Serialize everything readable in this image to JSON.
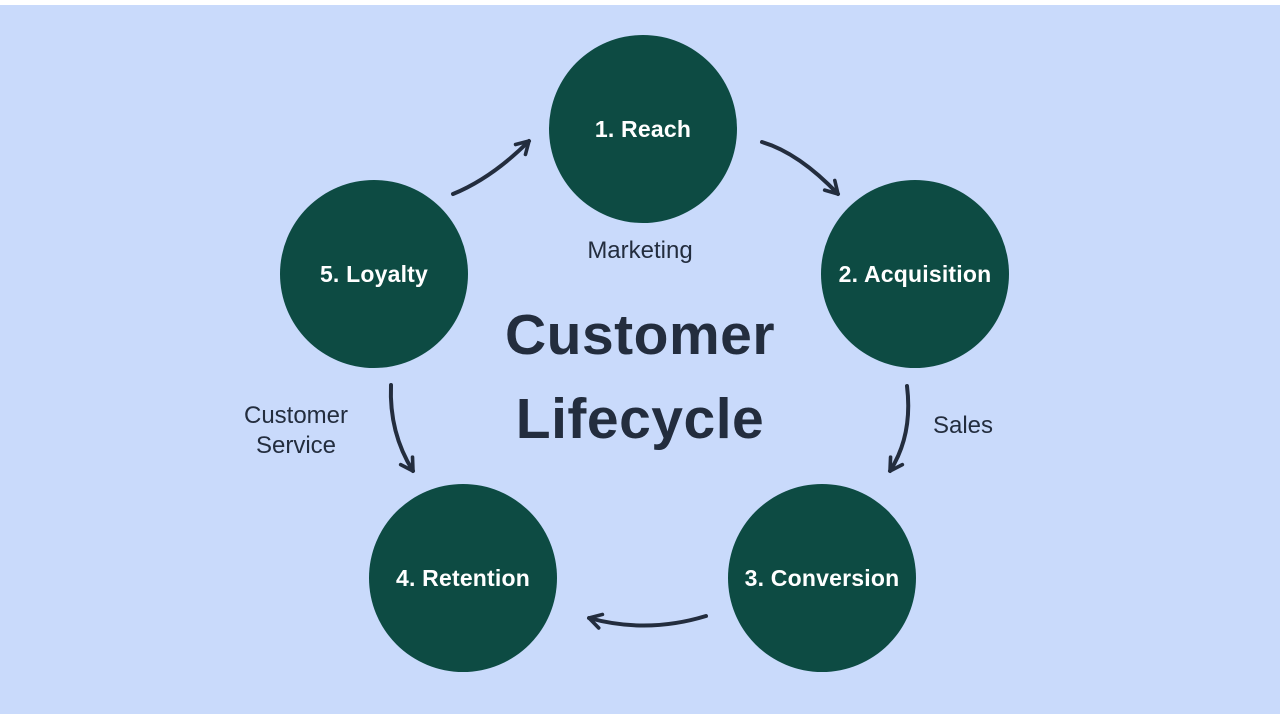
{
  "title": {
    "line1": "Customer",
    "line2": "Lifecycle"
  },
  "stages": [
    {
      "label": "1. Reach"
    },
    {
      "label": "2. Acquisition"
    },
    {
      "label": "3. Conversion"
    },
    {
      "label": "4. Retention"
    },
    {
      "label": "5. Loyalty"
    }
  ],
  "annotations": {
    "marketing": "Marketing",
    "sales": "Sales",
    "customer_service": "Customer Service"
  },
  "connections": [
    {
      "from": "5. Loyalty",
      "to": "1. Reach"
    },
    {
      "from": "1. Reach",
      "to": "2. Acquisition",
      "label": "Marketing"
    },
    {
      "from": "2. Acquisition",
      "to": "3. Conversion",
      "label": "Sales"
    },
    {
      "from": "3. Conversion",
      "to": "4. Retention"
    },
    {
      "from": "5. Loyalty",
      "to": "4. Retention",
      "label": "Customer Service"
    }
  ],
  "colors": {
    "background": "#c9dafb",
    "margin": "#ffffff",
    "circle": "#0d4b43",
    "circle-text": "#ffffff",
    "ink": "#232d3e"
  }
}
